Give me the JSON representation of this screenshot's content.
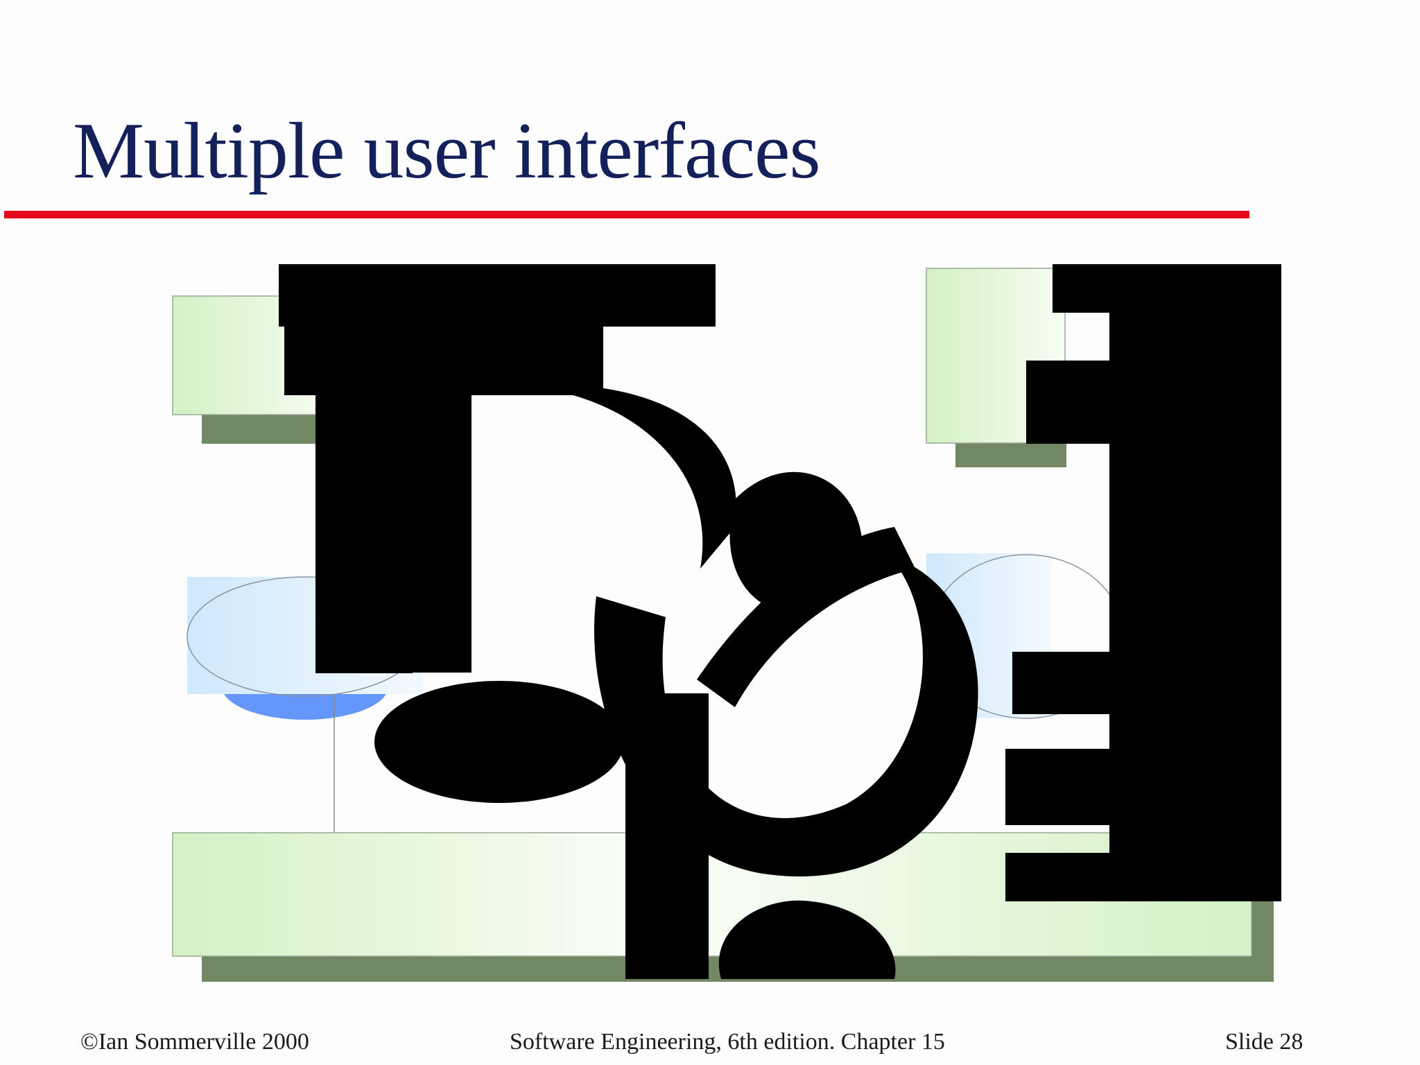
{
  "slide": {
    "title": "Multiple user interfaces"
  },
  "footer": {
    "copyright": "©Ian Sommerville 2000",
    "book": "Software Engineering, 6th edition. Chapter 15",
    "slide_number": "Slide 28"
  },
  "colors": {
    "title": "#13205a",
    "rule": "#e5091d",
    "box_fill_light": "#f4fbef",
    "box_fill_green": "#d4f0c4",
    "box_shadow": "#728763",
    "ellipse_fill": "#d6ecfb",
    "ellipse_shadow": "#6596fb",
    "occlusion": "#000000"
  }
}
